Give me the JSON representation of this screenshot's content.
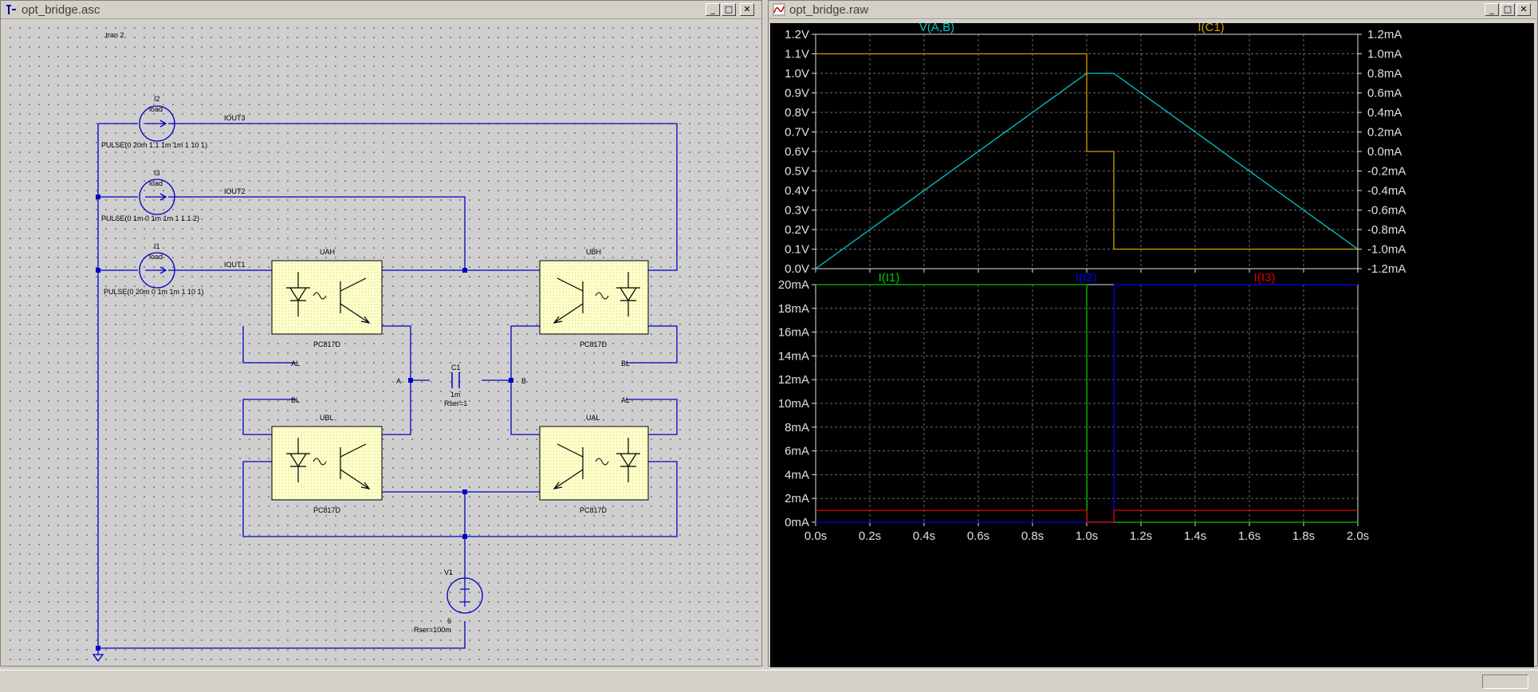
{
  "schematic_window": {
    "title": "opt_bridge.asc",
    "spice_directive": ".tran 2",
    "current_sources": [
      {
        "name": "I2",
        "value": "load",
        "net": "IOUT3",
        "pulse": "PULSE(0 20m 1.1 1m 1m 1 10 1)"
      },
      {
        "name": "I3",
        "value": "load",
        "net": "IOUT2",
        "pulse": "PULSE(0 1m 0 1m 1m 1 1.1 2)"
      },
      {
        "name": "I1",
        "value": "load",
        "net": "IOUT1",
        "pulse": "PULSE(0 20m 0 1m 1m 1 10 1)"
      }
    ],
    "optocouplers": [
      {
        "name": "UAH",
        "model": "PC817D"
      },
      {
        "name": "UBH",
        "model": "PC817D"
      },
      {
        "name": "UBL",
        "model": "PC817D"
      },
      {
        "name": "UAL",
        "model": "PC817D"
      }
    ],
    "net_labels": {
      "al_top": "AL",
      "bl_top": "BL",
      "bl_bottom": "BL",
      "al_bottom": "AL",
      "node_a": "A",
      "node_b": "B"
    },
    "capacitor": {
      "name": "C1",
      "value": "1m",
      "rser": "Rser=1"
    },
    "voltage_source": {
      "name": "V1",
      "value": "6",
      "rser": "Rser=100m"
    },
    "colors": {
      "wire": "#0000c8",
      "component_fill": "#ffffc8",
      "background": "#cfcfcf"
    }
  },
  "plot_window": {
    "title": "opt_bridge.raw",
    "colors": {
      "cyan": "#00c8c8",
      "orange": "#d2a000",
      "green": "#00c800",
      "blue": "#0000ff",
      "red": "#e00000",
      "grid": "#6a6a6a",
      "axis_text": "#e0e0e0"
    }
  },
  "chart_data": [
    {
      "type": "line",
      "series": [
        {
          "name": "V(A,B)",
          "axis": "left",
          "color": "#00c8c8",
          "points": [
            [
              0.0,
              0.0
            ],
            [
              1.0,
              1.0
            ],
            [
              1.1,
              1.0
            ],
            [
              2.0,
              0.1
            ]
          ]
        },
        {
          "name": "I(C1)",
          "axis": "right",
          "color": "#d2a000",
          "points": [
            [
              0.0,
              1.0
            ],
            [
              1.0,
              1.0
            ],
            [
              1.0,
              0.0
            ],
            [
              1.1,
              0.0
            ],
            [
              1.1,
              -1.0
            ],
            [
              2.0,
              -1.0
            ]
          ]
        }
      ],
      "x_ticks": [
        "0.0s",
        "0.2s",
        "0.4s",
        "0.6s",
        "0.8s",
        "1.0s",
        "1.2s",
        "1.4s",
        "1.6s",
        "1.8s",
        "2.0s"
      ],
      "y_left_ticks": [
        "1.2V",
        "1.1V",
        "1.0V",
        "0.9V",
        "0.8V",
        "0.7V",
        "0.6V",
        "0.5V",
        "0.4V",
        "0.3V",
        "0.2V",
        "0.1V",
        "0.0V"
      ],
      "y_right_ticks": [
        "1.2mA",
        "1.0mA",
        "0.8mA",
        "0.6mA",
        "0.4mA",
        "0.2mA",
        "0.0mA",
        "-0.2mA",
        "-0.4mA",
        "-0.6mA",
        "-0.8mA",
        "-1.0mA",
        "-1.2mA"
      ],
      "xlim": [
        0,
        2.0
      ],
      "ylim_left": [
        0,
        1.2
      ],
      "ylim_right": [
        -1.2,
        1.2
      ],
      "grid": true
    },
    {
      "type": "line",
      "series": [
        {
          "name": "I(I1)",
          "color": "#00c800",
          "points": [
            [
              0.0,
              20
            ],
            [
              1.0,
              20
            ],
            [
              1.001,
              0
            ],
            [
              2.0,
              0
            ]
          ]
        },
        {
          "name": "I(I2)",
          "color": "#0000ff",
          "points": [
            [
              0.0,
              0
            ],
            [
              1.1,
              0
            ],
            [
              1.101,
              20
            ],
            [
              2.0,
              20
            ]
          ]
        },
        {
          "name": "I(I3)",
          "color": "#e00000",
          "points": [
            [
              0.0,
              1
            ],
            [
              1.0,
              1
            ],
            [
              1.001,
              0
            ],
            [
              1.1,
              0
            ],
            [
              1.101,
              1
            ],
            [
              2.0,
              1
            ]
          ]
        }
      ],
      "x_ticks": [
        "0.0s",
        "0.2s",
        "0.4s",
        "0.6s",
        "0.8s",
        "1.0s",
        "1.2s",
        "1.4s",
        "1.6s",
        "1.8s",
        "2.0s"
      ],
      "y_ticks": [
        "20mA",
        "18mA",
        "16mA",
        "14mA",
        "12mA",
        "10mA",
        "8mA",
        "6mA",
        "4mA",
        "2mA",
        "0mA"
      ],
      "xlim": [
        0,
        2.0
      ],
      "ylim": [
        0,
        20
      ],
      "grid": true
    }
  ]
}
